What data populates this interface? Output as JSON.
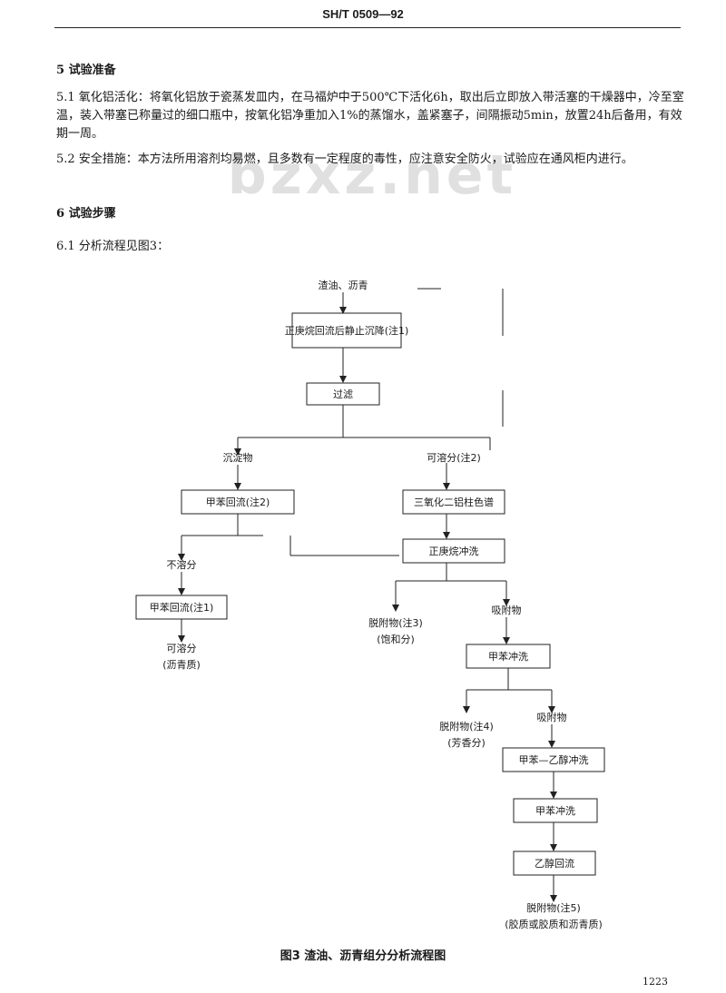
{
  "header": {
    "standard_no": "SH/T 0509—92"
  },
  "watermark": "bzxz.net",
  "section5": {
    "heading": "5  试验准备",
    "para1": "5.1  氧化铝活化：将氧化铝放于瓷蒸发皿内，在马福炉中于500℃下活化6h，取出后立即放入带活塞的干燥器中，冷至室温，装入带塞已称量过的细口瓶中，按氧化铝净重加入1%的蒸馏水，盖紧塞子，间隔振动5min，放置24h后备用，有效期一周。",
    "para2": "5.2  安全措施：本方法所用溶剂均易燃，且多数有一定程度的毒性，应注意安全防火，试验应在通风柜内进行。"
  },
  "section6": {
    "heading": "6  试验步骤",
    "item1": "6.1  分析流程见图3："
  },
  "flow": {
    "start": "渣油、沥青",
    "n_heptane": "正庚烷回流后静止沉降(注1)",
    "filter": "过滤",
    "precip": "沉淀物",
    "soluble": "可溶分(注2)",
    "toluene_reflux": "甲苯回流(注2)",
    "alumina_column": "三氧化二铝柱色谱",
    "heptane_elute": "正庚烷冲洗",
    "insoluble": "不溶分",
    "benzene_reflux": "甲苯回流(注1)",
    "asphaltene1": "可溶分",
    "asphaltene2": "(沥青质)",
    "eluate1a": "脱附物(注3)",
    "eluate1b": "(饱和分)",
    "adsorbed1": "吸附物",
    "toluene_elute": "甲苯冲洗",
    "eluate2a": "脱附物(注4)",
    "eluate2b": "(芳香分)",
    "adsorbed2": "吸附物",
    "toluene_ethanol": "甲苯—乙醇冲洗",
    "toluene_wash": "甲苯冲洗",
    "ethanol_reflux": "乙醇回流",
    "eluate3a": "脱附物(注5)",
    "eluate3b": "(胶质或胶质和沥青质)"
  },
  "caption": "图3  渣油、沥青组分分析流程图",
  "page_number": "1223"
}
